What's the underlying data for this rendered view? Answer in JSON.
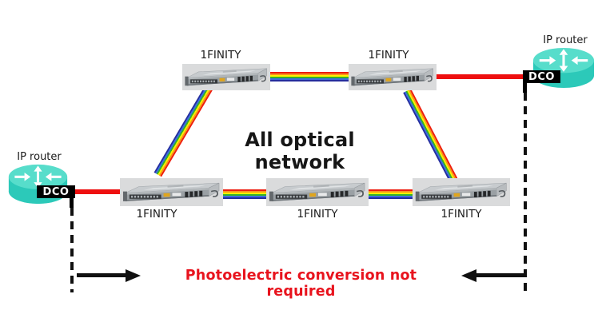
{
  "title": "All optical network",
  "caption": {
    "text": "Photoelectric conversion not required"
  },
  "left_router": {
    "label": "IP router",
    "dco": "DCO"
  },
  "right_router": {
    "label": "IP router",
    "dco": "DCO"
  },
  "devices": [
    {
      "label": "1FINITY"
    },
    {
      "label": "1FINITY"
    },
    {
      "label": "1FINITY"
    },
    {
      "label": "1FINITY"
    },
    {
      "label": "1FINITY"
    }
  ],
  "icons": {
    "router": "router-cylinder-icon",
    "device": "rack-server-image",
    "optical_cable": "rainbow-fiber-cable",
    "flow_arrow": "black-arrow"
  },
  "colors": {
    "rainbow": [
      "#ee1c0e",
      "#f7941d",
      "#fff200",
      "#36b229",
      "#3d6dde",
      "#252d9e"
    ],
    "red_link": "#ee0f0f",
    "caption_text": "#e8131d",
    "router_top": "#57ddcb",
    "router_body": "#2cc9b9",
    "router_arrow": "#ffffff",
    "dco_bg": "#000000",
    "dco_text": "#ffffff"
  }
}
